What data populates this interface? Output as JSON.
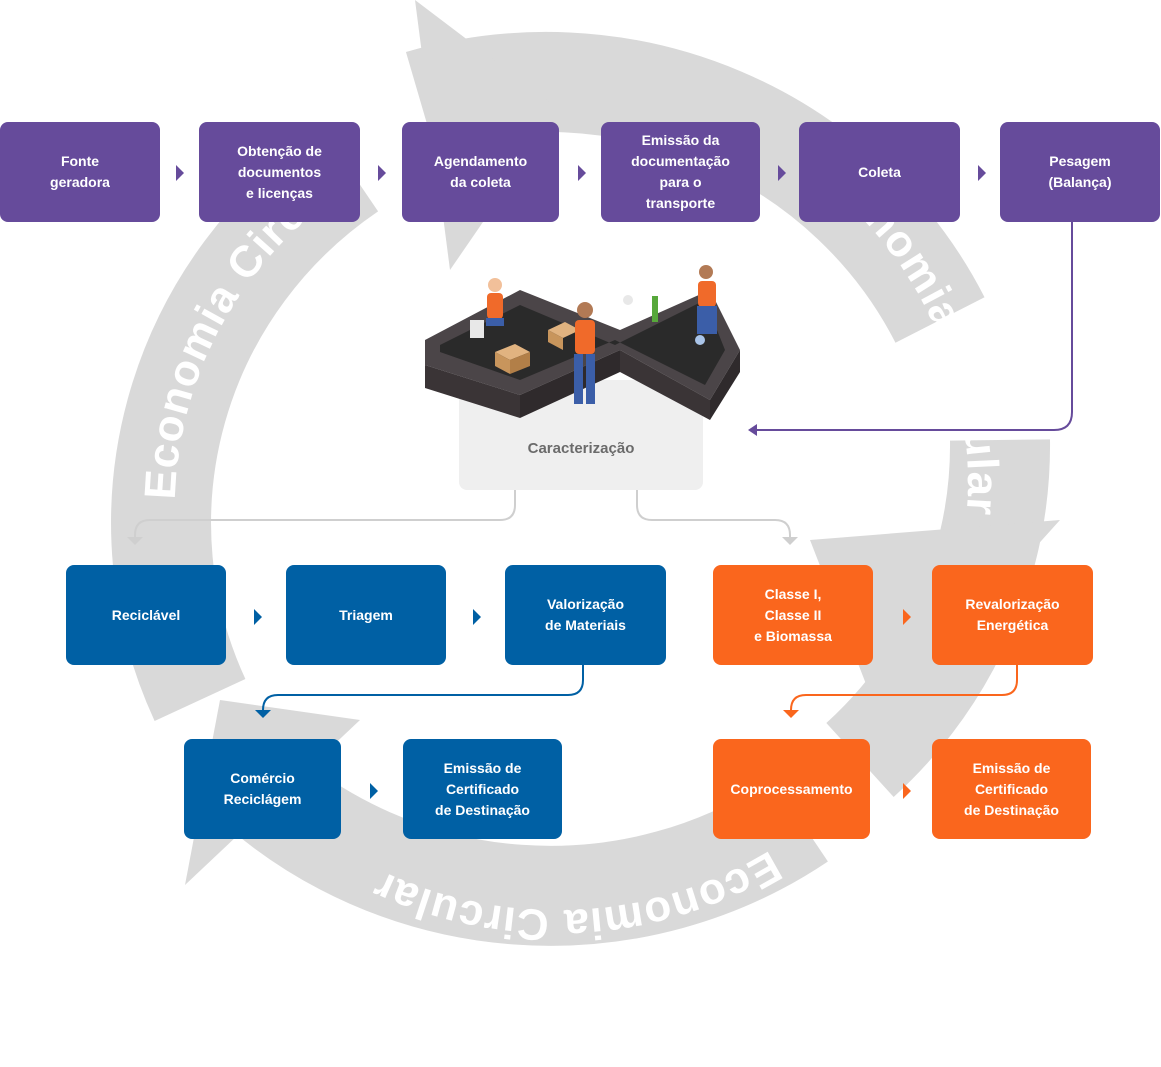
{
  "cycle": {
    "label": "Economia Circular"
  },
  "top_row": [
    {
      "label": "Fonte\ngeradora"
    },
    {
      "label": "Obtenção de\ndocumentos\ne licenças"
    },
    {
      "label": "Agendamento\nda coleta"
    },
    {
      "label": "Emissão da\ndocumentação\npara o\ntransporte"
    },
    {
      "label": "Coleta"
    },
    {
      "label": "Pesagem\n(Balança)"
    }
  ],
  "center": {
    "label": "Caracterização",
    "illustration": "sorting-conveyor-workers-illustration"
  },
  "recyclable_branch": {
    "row1": [
      {
        "label": "Reciclável"
      },
      {
        "label": "Triagem"
      },
      {
        "label": "Valorização\nde Materiais"
      }
    ],
    "row2": [
      {
        "label": "Comércio\nReciclágem"
      },
      {
        "label": "Emissão de\nCertificado\nde Destinação"
      }
    ]
  },
  "energy_branch": {
    "row1": [
      {
        "label": "Classe I,\nClasse II\ne Biomassa"
      },
      {
        "label": "Revalorização\nEnergética"
      }
    ],
    "row2": [
      {
        "label": "Coprocessamento"
      },
      {
        "label": "Emissão de\nCertificado\nde Destinação"
      }
    ]
  },
  "colors": {
    "purple": "#664b9b",
    "blue": "#0060a4",
    "orange": "#fa661d",
    "cycle_gray": "#d9d9d9",
    "connector_gray": "#cfcfcf"
  }
}
